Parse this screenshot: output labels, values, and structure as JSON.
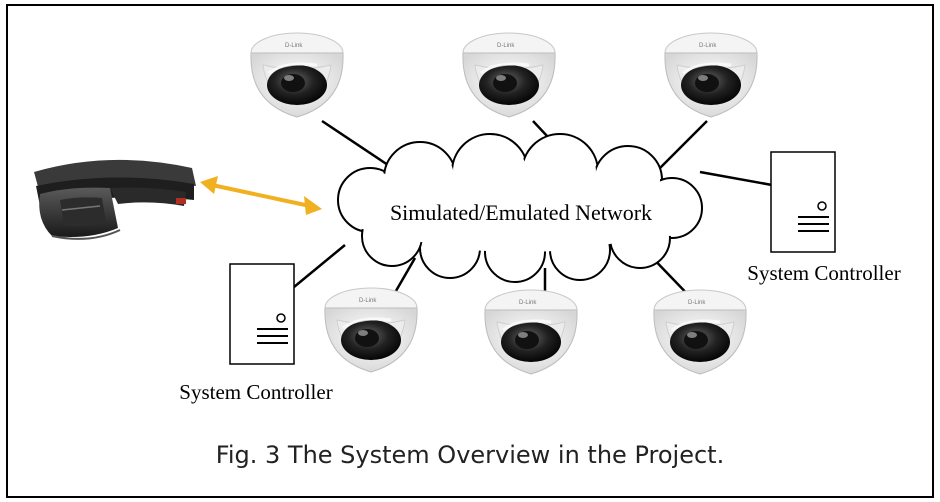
{
  "diagram": {
    "network_label": "Simulated/Emulated Network",
    "controller_right_label": "System Controller",
    "controller_left_label": "System Controller",
    "camera_brand": "D-Link",
    "caption": "Fig. 3 The System Overview in the Project."
  },
  "colors": {
    "arrow": "#f0b020",
    "border": "#000000"
  },
  "icons": {
    "headset": "mixed-reality-headset-icon",
    "camera": "dome-camera-icon",
    "server": "server-tower-icon"
  }
}
